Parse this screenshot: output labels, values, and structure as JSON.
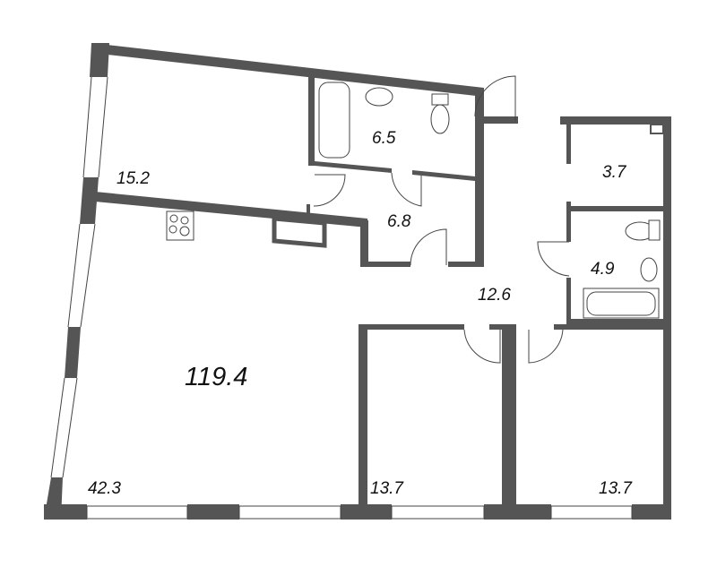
{
  "floorplan": {
    "total_area": "119.4",
    "rooms": [
      {
        "id": "bedroom-top-left",
        "area": "15.2"
      },
      {
        "id": "bathroom-1",
        "area": "6.5"
      },
      {
        "id": "corridor-small",
        "area": "6.8"
      },
      {
        "id": "storage",
        "area": "3.7"
      },
      {
        "id": "bathroom-2",
        "area": "4.9"
      },
      {
        "id": "hallway",
        "area": "12.6"
      },
      {
        "id": "living-kitchen",
        "area": "42.3"
      },
      {
        "id": "bedroom-bottom-middle",
        "area": "13.7"
      },
      {
        "id": "bedroom-bottom-right",
        "area": "13.7"
      }
    ]
  },
  "colors": {
    "wall": "#555555",
    "line": "#444444",
    "background": "#ffffff"
  }
}
